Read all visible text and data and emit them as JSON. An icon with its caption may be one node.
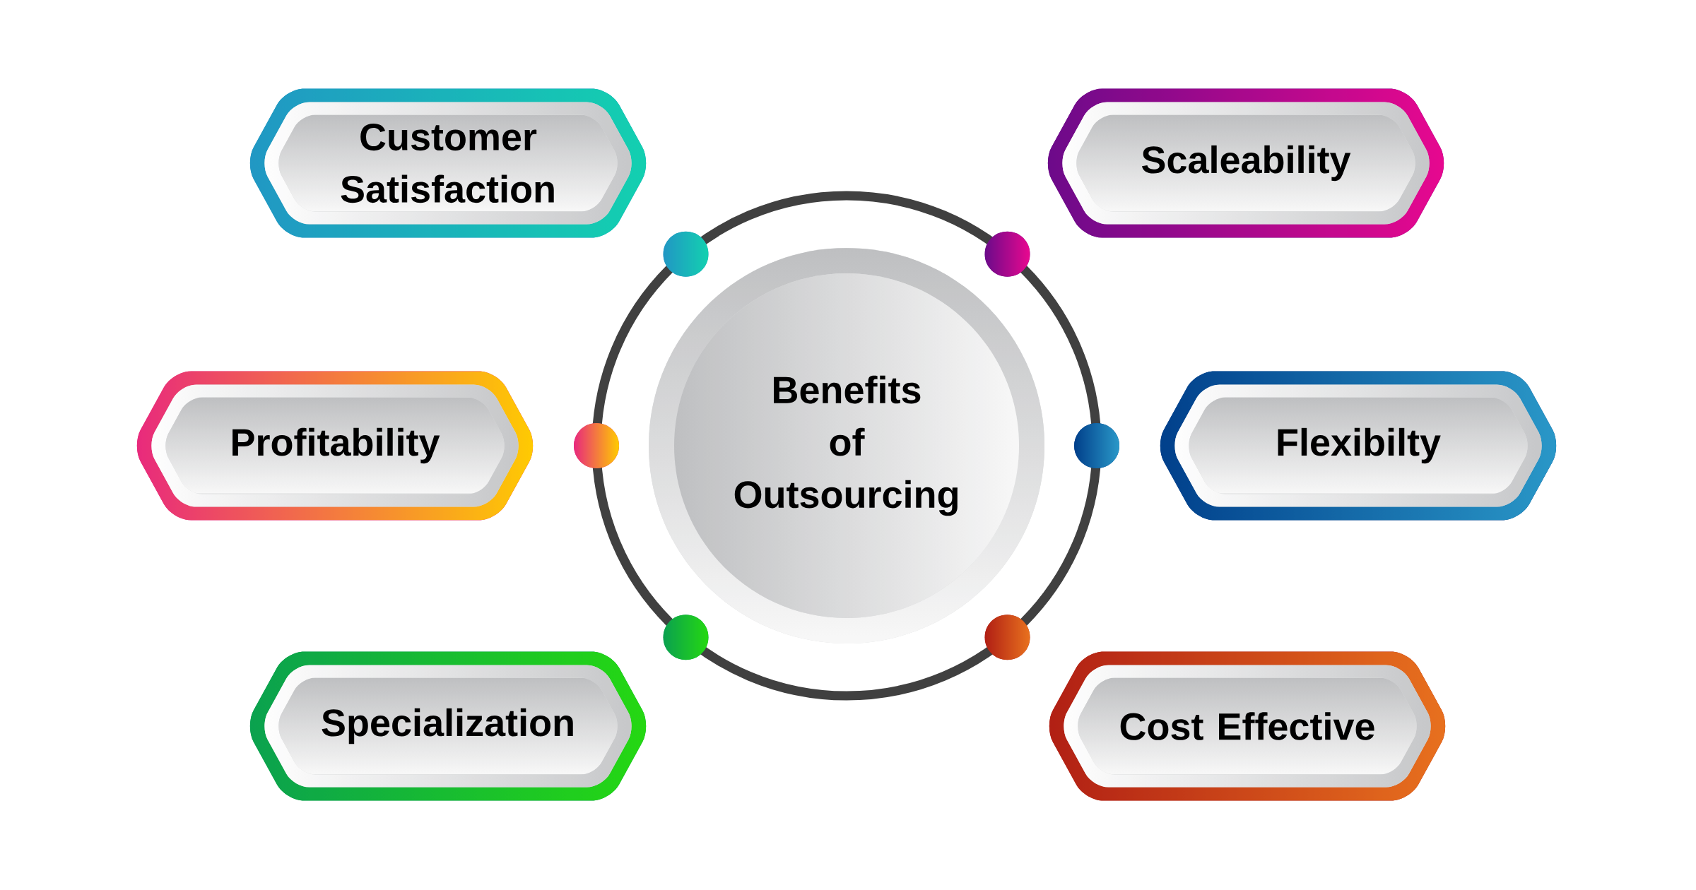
{
  "diagram": {
    "nodes": [
      {
        "text": [
          "Customer Satisfaction"
        ]
      },
      {
        "text": [
          "Scaleability"
        ]
      },
      {
        "text": [
          "Profitability"
        ]
      },
      {
        "text": [
          "Benefits of Outsourcing"
        ]
      },
      {
        "text": [
          "Flexibilty"
        ]
      },
      {
        "text": [
          "Specialization"
        ]
      },
      {
        "text": [
          "Cost Effective"
        ]
      }
    ]
  }
}
